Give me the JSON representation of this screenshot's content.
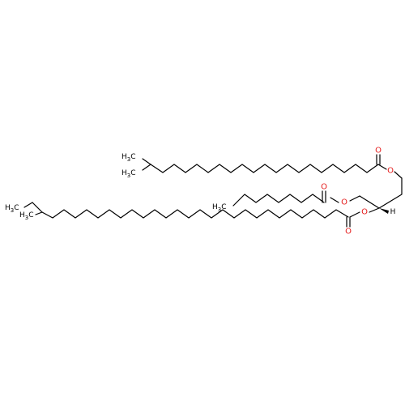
{
  "atoms": {
    "ch3": "CH",
    "h3c": "H",
    "three": "3",
    "c": "C",
    "o": "O",
    "h": "H"
  },
  "colors": {
    "carbon": "#000000",
    "oxygen": "#e41b1b",
    "background": "#ffffff"
  }
}
